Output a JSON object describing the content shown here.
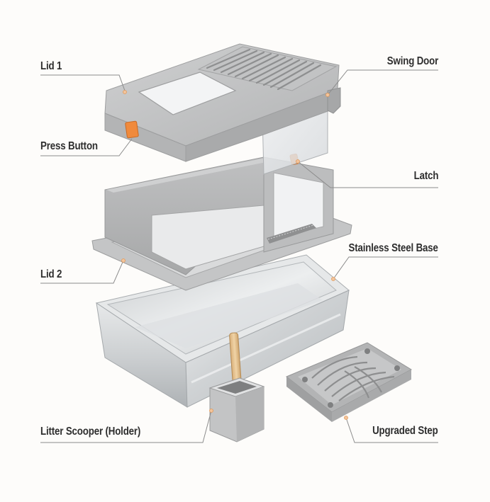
{
  "labels": {
    "lid1": "Lid 1",
    "swing_door": "Swing Door",
    "press_button": "Press Button",
    "latch": "Latch",
    "stainless_steel_base": "Stainless Steel Base",
    "lid2": "Lid 2",
    "litter_scooper_holder": "Litter Scooper (Holder)",
    "upgraded_step": "Upgraded Step"
  },
  "colors": {
    "background": "#fdfcfa",
    "plastic_gray": "#b9babb",
    "steel": "#d8dadb",
    "accent_orange": "#f08a3c",
    "wood": "#e9c896",
    "leader_line": "#8c8c8c"
  }
}
